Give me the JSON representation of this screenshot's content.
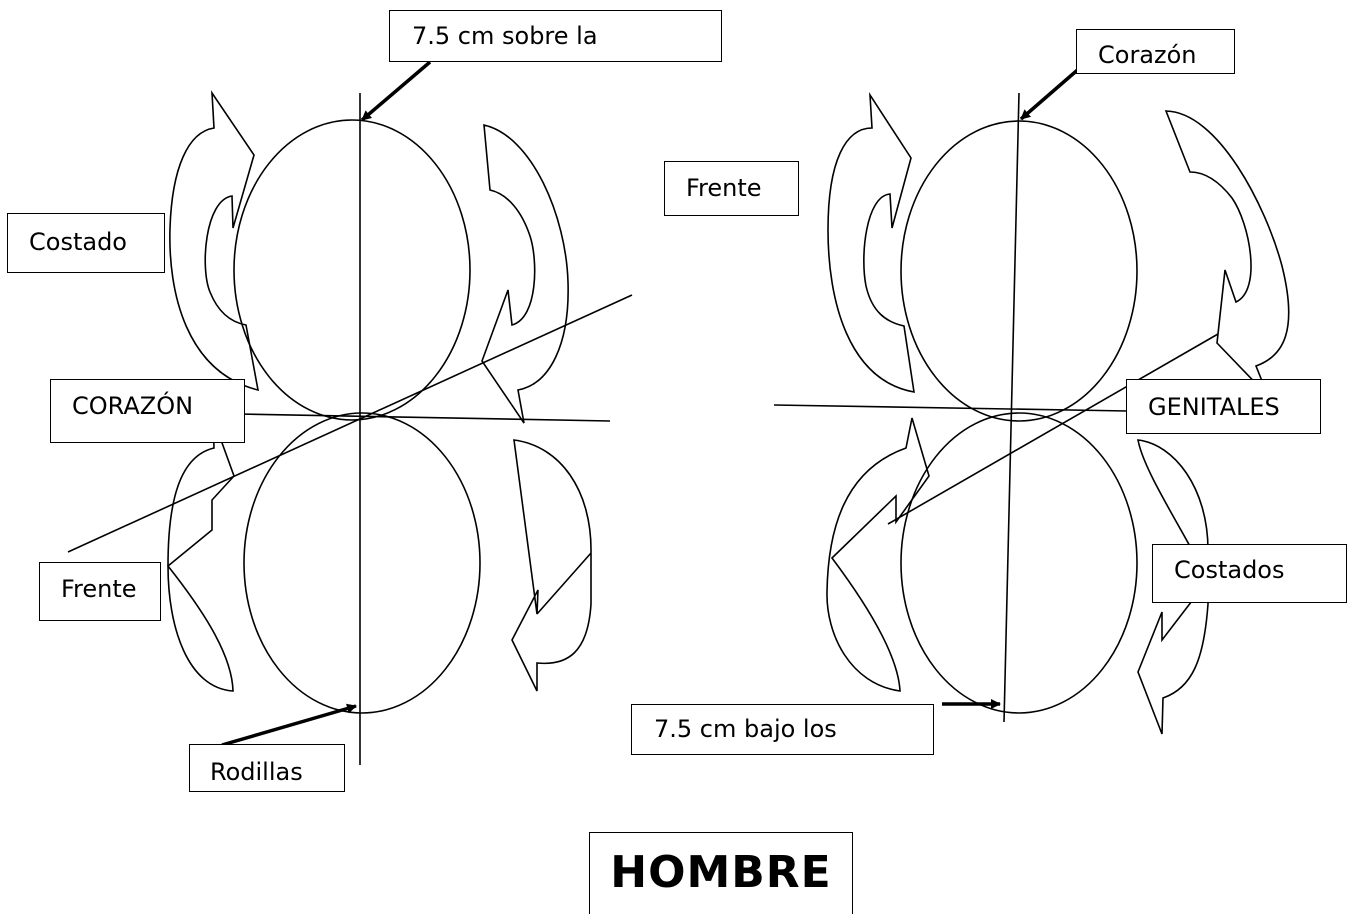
{
  "diagram": {
    "labels": {
      "top_left": "7.5 cm sobre la",
      "top_right": "Corazón",
      "costado": "Costado",
      "frente_mid": "Frente",
      "corazon": "CORAZÓN",
      "frente_left": "Frente",
      "rodillas": "Rodillas",
      "genitales": "GENITALES",
      "costados": "Costados",
      "bajo": "7.5 cm bajo los"
    },
    "title": "HOMBRE"
  },
  "colors": {
    "stroke": "#000000",
    "background": "#ffffff"
  }
}
